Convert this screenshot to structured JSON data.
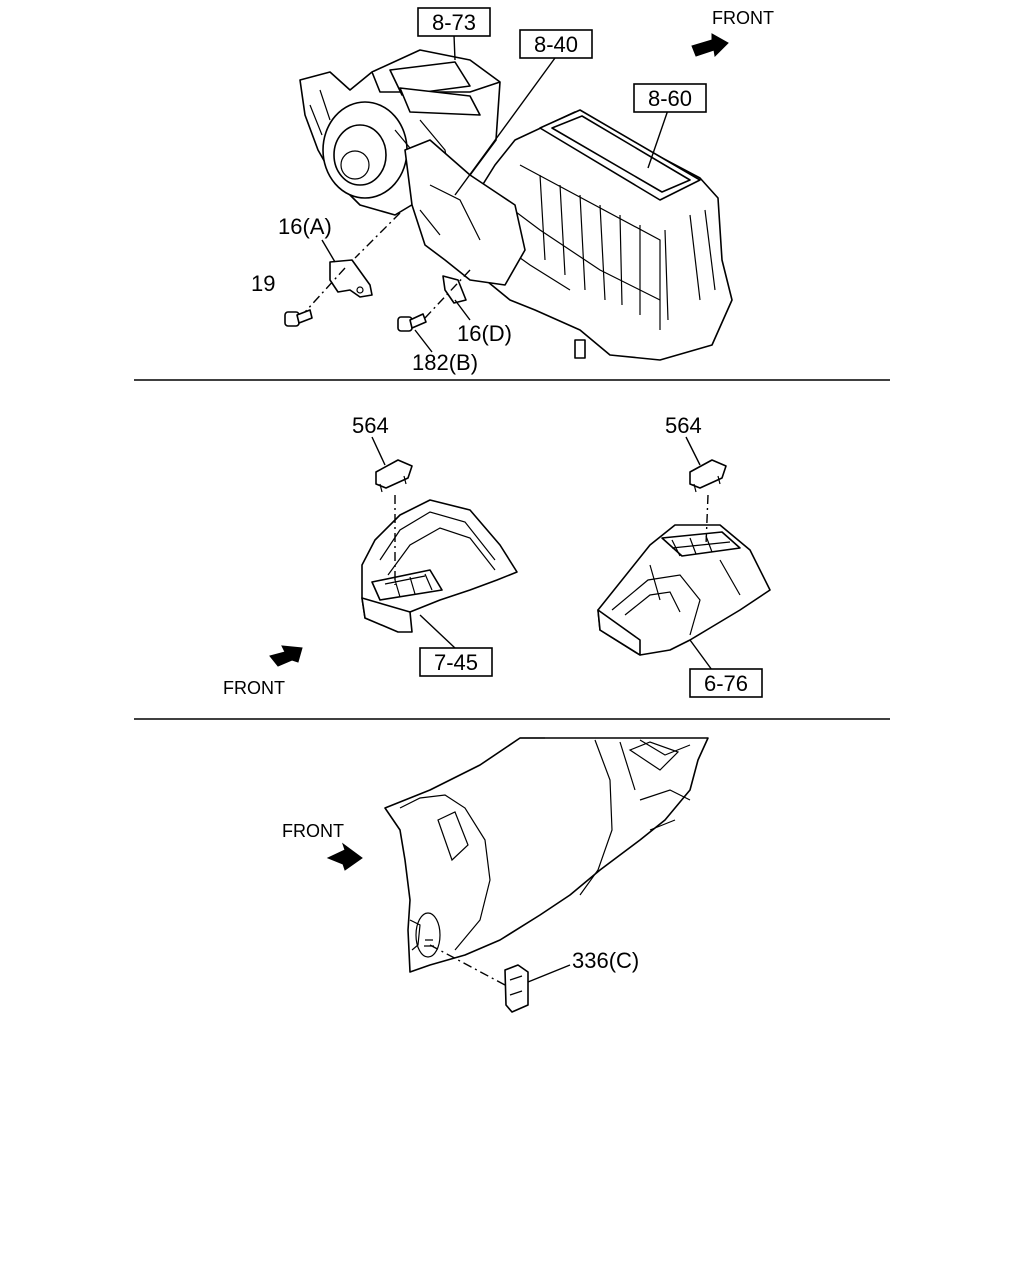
{
  "section1": {
    "ref_8_73": "8-73",
    "ref_8_40": "8-40",
    "ref_8_60": "8-60",
    "front": "FRONT",
    "part_16a": "16(A)",
    "part_19": "19",
    "part_16d": "16(D)",
    "part_182b": "182(B)"
  },
  "section2": {
    "left_part": "564",
    "right_part": "564",
    "ref_7_45": "7-45",
    "ref_6_76": "6-76",
    "front": "FRONT"
  },
  "section3": {
    "front": "FRONT",
    "part_336c": "336(C)"
  }
}
